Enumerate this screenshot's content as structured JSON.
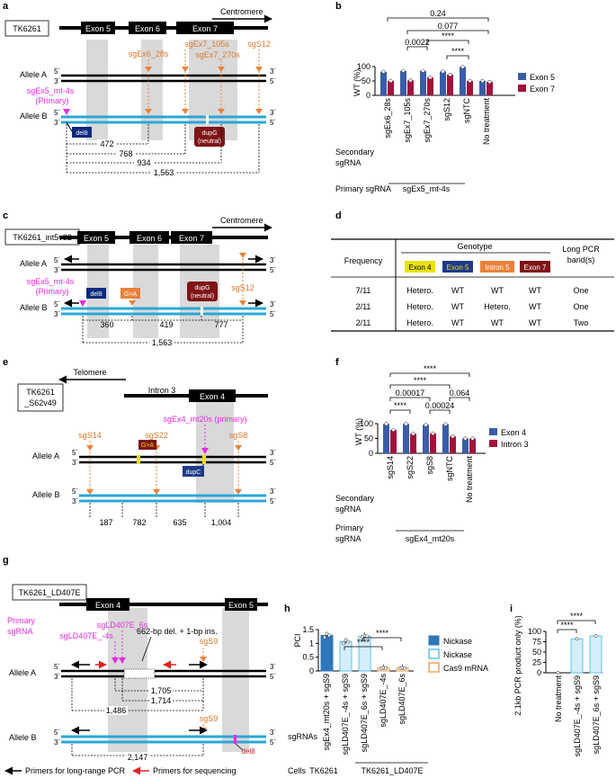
{
  "colors": {
    "exon_shade": "#d9d9d9",
    "allele_blue": "#2aa7d6",
    "magenta": "#e92be0",
    "orange": "#e8823a",
    "dark_red": "#7f1416",
    "blue_bar": "#3a5da8",
    "red_bar": "#a3123a",
    "nickase_dark": "#2f76bb",
    "nickase_light": "#5bc4ef",
    "cas9": "#f0a261"
  },
  "panel_a": {
    "label": "a",
    "cell": "TK6261",
    "exons": [
      "Exon 5",
      "Exon 6",
      "Exon 7"
    ],
    "centromere": "Centromere",
    "allele_a": "Allele A",
    "allele_b": "Allele B",
    "five": "5´",
    "three": "3´",
    "primary_sg": "sgEx5_mt-4s",
    "primary_tag": "(Primary)",
    "sgrnas": [
      "sgEx6_28s",
      "sgEx7_105s",
      "sgEx7_270s",
      "sgS12"
    ],
    "del8": "del8",
    "dupG": "dupG",
    "neutral": "(neutral)",
    "distances": [
      "472",
      "768",
      "934",
      "1,563"
    ]
  },
  "panel_b": {
    "label": "b",
    "ylabel": "WT (%)",
    "row_secondary": "Secondary\nsgRNA",
    "row_primary": "Primary sgRNA",
    "primary_value": "sgEx5_mt-4s",
    "pvalues": [
      "0.24",
      "0.077",
      "0.0022",
      "****",
      "****"
    ]
  },
  "panel_c": {
    "label": "c",
    "cell": "TK6261_int5v32",
    "exons": [
      "Exon 5",
      "Exon 6",
      "Exon 7"
    ],
    "centromere": "Centromere",
    "allele_a": "Allele A",
    "allele_b": "Allele B",
    "five": "5´",
    "three": "3´",
    "primary_sg": "sgEx5_mt-4s",
    "primary_tag": "(Primary)",
    "sg12": "sgS12",
    "del8": "del8",
    "GA": "G>A",
    "dupG": "dupG",
    "neutral": "(neutral)",
    "distances": [
      "360",
      "419",
      "777",
      "1,563"
    ]
  },
  "panel_d": {
    "label": "d",
    "header_frequency": "Frequency",
    "header_genotype": "Genotype",
    "header_pcr": "Long PCR\nband(s)",
    "columns": [
      "Exon 4",
      "Exon 5",
      "Intron 5",
      "Exon 7"
    ],
    "rows": [
      {
        "freq": "7/11",
        "g": [
          "Hetero.",
          "WT",
          "WT",
          "WT"
        ],
        "pcr": "One"
      },
      {
        "freq": "2/11",
        "g": [
          "Hetero.",
          "WT",
          "Hetero.",
          "WT"
        ],
        "pcr": "One"
      },
      {
        "freq": "2/11",
        "g": [
          "Hetero.",
          "WT",
          "WT",
          "WT"
        ],
        "pcr": "Two"
      }
    ]
  },
  "panel_e": {
    "label": "e",
    "cell_line1": "TK6261",
    "cell_line2": "_S62v49",
    "telomere": "Telomere",
    "intron": "Intron 3",
    "exon": "Exon 4",
    "primary_sg": "sgEx4_mt20s (primary)",
    "sgrnas": [
      "sgS14",
      "sgS22",
      "sgS8"
    ],
    "allele_a": "Allele A",
    "allele_b": "Allele B",
    "five": "5´",
    "three": "3´",
    "GA": "G>A",
    "dupC": "dupC",
    "distances": [
      "187",
      "782",
      "635",
      "1,004"
    ]
  },
  "panel_f": {
    "label": "f",
    "ylabel": "WT (%)",
    "row_secondary": "Secondary\nsgRNA",
    "row_primary": "Primary\nsgRNA",
    "primary_value": "sgEx4_mt20s",
    "pvalues": [
      "****",
      "****",
      "0.00017",
      "0.064",
      "****",
      "0.00024"
    ]
  },
  "panel_g": {
    "label": "g",
    "cell": "TK6261_LD407E",
    "exons": [
      "Exon 4",
      "Exon 5"
    ],
    "primary_label1": "Primary",
    "primary_label2": "sgRNA",
    "sg6s": "sgLD407E_6s",
    "sg4s": "sgLD407E_-4s",
    "sg9": "sgS9",
    "deletion": "662-bp del. + 1-bp ins.",
    "allele_a": "Allele A",
    "allele_b": "Allele B",
    "five": "5´",
    "three": "3´",
    "del8": "del8",
    "distances": [
      "1,705",
      "1,714",
      "1,486",
      "2,147"
    ],
    "legend_black": "Primers for long-range PCR",
    "legend_red": "Primers for sequencing"
  },
  "panel_h": {
    "label": "h",
    "ylabel": "PCI",
    "row_sgrnas": "sgRNAs",
    "row_cells": "Cells",
    "cells": [
      "TK6261",
      "TK6261_LD407E"
    ],
    "pvalue": "****",
    "legend": [
      "Nickase",
      "Nickase",
      "Cas9 mRNA"
    ]
  },
  "panel_i": {
    "label": "i",
    "ylabel": "2.1kb PCR product only (%)",
    "pvalues": [
      "****",
      "****"
    ]
  },
  "chart_data": [
    {
      "type": "bar",
      "panel": "b",
      "categories": [
        "sgEx6_28s",
        "sgEx7_105s",
        "sgEx7_270s",
        "sgS12",
        "sgNTC",
        "No treatment"
      ],
      "series": [
        {
          "name": "Exon 5",
          "values": [
            82,
            85,
            85,
            83,
            99,
            50
          ]
        },
        {
          "name": "Exon 7",
          "values": [
            50,
            52,
            62,
            72,
            50,
            47
          ]
        }
      ],
      "ylabel": "WT (%)",
      "ylim": [
        0,
        100
      ],
      "yticks": [
        0,
        50,
        100
      ]
    },
    {
      "type": "bar",
      "panel": "f",
      "categories": [
        "sgS14",
        "sgS22",
        "sgS8",
        "sgNTC",
        "No treatment"
      ],
      "series": [
        {
          "name": "Exon 4",
          "values": [
            99,
            99,
            96,
            98,
            50
          ]
        },
        {
          "name": "Intron 3",
          "values": [
            79,
            66,
            67,
            57,
            50
          ]
        }
      ],
      "ylabel": "WT (%)",
      "ylim": [
        0,
        100
      ],
      "yticks": [
        0,
        50,
        100
      ]
    },
    {
      "type": "bar",
      "panel": "h",
      "categories": [
        "sgEx4_mt20s + sgS9",
        "sgLD407E_-4s + sgS9",
        "sgLD407E_6s + sgS9",
        "sgLD407E_-4s",
        "sgLD407E_6s"
      ],
      "values": [
        1.29,
        1.06,
        1.26,
        0.11,
        0.11
      ],
      "bar_type": [
        "Nickase",
        "Nickase",
        "Nickase",
        "Cas9 mRNA",
        "Cas9 mRNA"
      ],
      "ylabel": "PCI",
      "ylim": [
        0,
        1.5
      ],
      "yticks": [
        0,
        0.5,
        1,
        1.5
      ]
    },
    {
      "type": "bar",
      "panel": "i",
      "categories": [
        "No treatment",
        "sgLD407E_-4s + sgS9",
        "sgLD407E_6s + sgS9"
      ],
      "values": [
        0,
        82,
        89
      ],
      "ylabel": "2.1kb PCR product only (%)",
      "ylim": [
        0,
        100
      ],
      "yticks": [
        0,
        25,
        50,
        75,
        100
      ]
    }
  ]
}
